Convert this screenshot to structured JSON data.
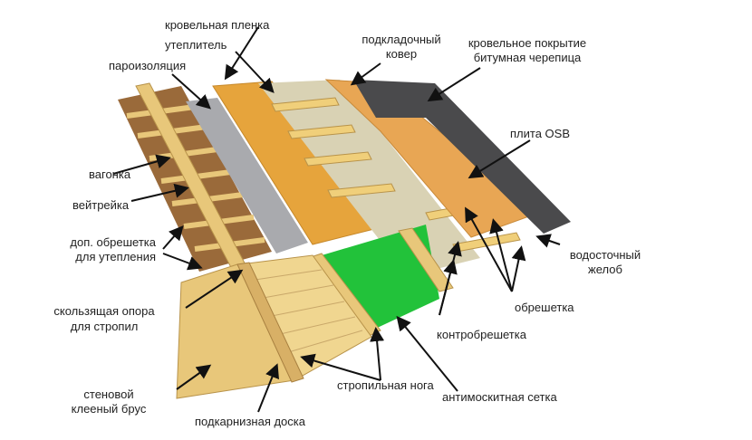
{
  "labels": {
    "roof_membrane": "кровельная пленка",
    "insulation": "утеплитель",
    "vapor_barrier": "пароизоляция",
    "underlay_1": "подкладочный",
    "underlay_2": "ковер",
    "roofing_1": "кровельное покрытие",
    "roofing_2": "битумная черепица",
    "osb": "плита OSB",
    "lining": "вагонка",
    "wind_board": "вейтрейка",
    "extra_batten_1": "доп. обрешетка",
    "extra_batten_2": "для утепления",
    "sliding_support_1": "скользящая опора",
    "sliding_support_2": "для стропил",
    "gutter_1": "водосточный",
    "gutter_2": "желоб",
    "batten": "обрешетка",
    "counter_batten": "контробрешетка",
    "rafter": "стропильная нога",
    "mosquito_net": "антимоскитная сетка",
    "wall_beam_1": "стеновой",
    "wall_beam_2": "клееный брус",
    "soffit_board": "подкарнизная доска"
  },
  "colors": {
    "wood": "#e8c77a",
    "lining": "#9a6a3a",
    "vapor": "#a9aaae",
    "insulation": "#e6a43c",
    "membrane": "#d9d2b4",
    "osb": "#e8a654",
    "shingles": "#4a4a4c",
    "mesh": "#22c23a"
  }
}
